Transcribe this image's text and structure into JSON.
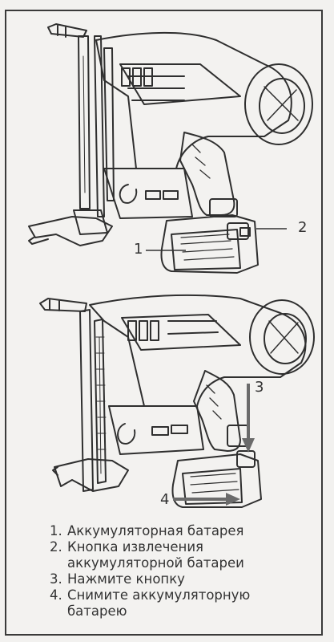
{
  "figure1": {
    "callouts": [
      "1",
      "2"
    ]
  },
  "figure2": {
    "callouts": [
      "3",
      "4"
    ]
  },
  "legend": {
    "items": [
      {
        "num": "1.",
        "text": "Аккумуляторная батарея"
      },
      {
        "num": "2.",
        "text": "Кнопка извлечения аккумуляторной батареи"
      },
      {
        "num": "3.",
        "text": "Нажмите кнопку"
      },
      {
        "num": "4.",
        "text": "Снимите аккумуляторную батарею"
      }
    ]
  },
  "colors": {
    "background": "#f3f2f0",
    "line": "#2f2f2f",
    "arrow": "#6b6b6b"
  }
}
